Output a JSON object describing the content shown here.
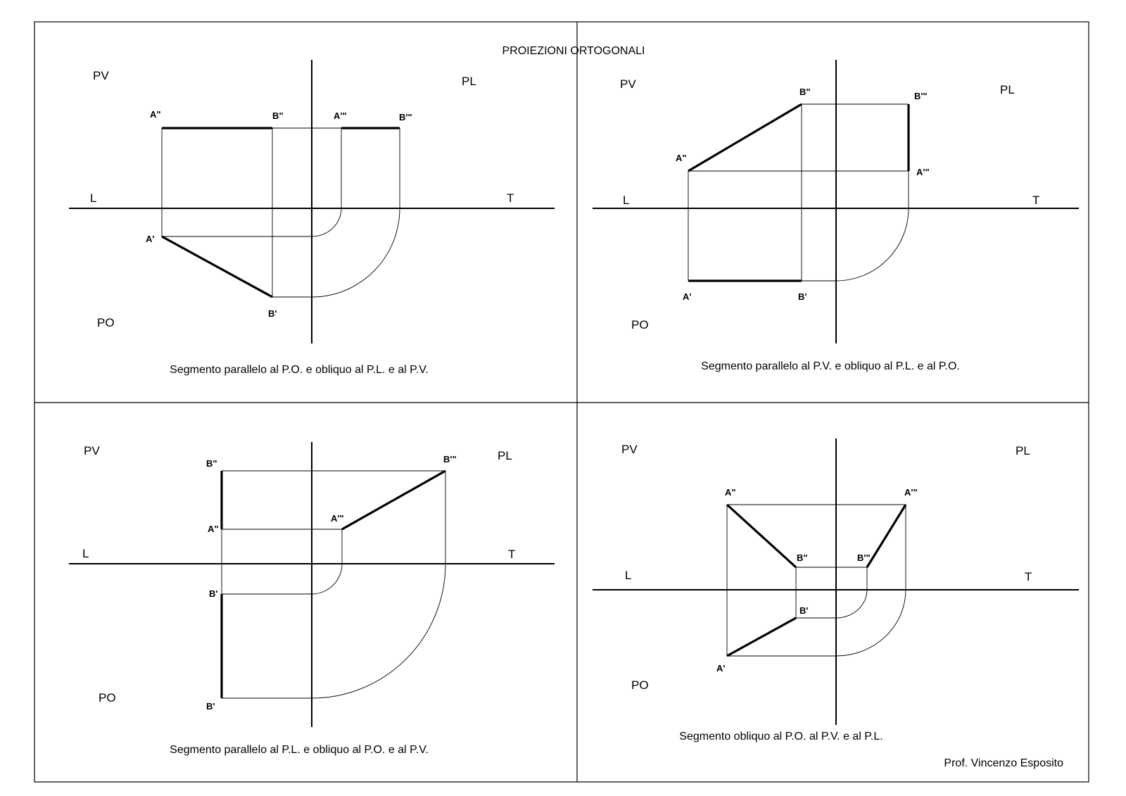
{
  "title": "PROIEZIONI ORTOGONALI",
  "author": "Prof. Vincenzo Esposito",
  "plane_labels": {
    "vertical": "PV",
    "lateral": "PL",
    "horizontal": "PO",
    "left": "L",
    "right": "T"
  },
  "panels": [
    {
      "caption": "Segmento parallelo al P.O. e obliquo al P.L. e al P.V.",
      "points": {
        "A2": "A\"",
        "B2": "B\"",
        "A3": "A'\"",
        "B3": "B'\"",
        "A1": "A'",
        "B1": "B'"
      }
    },
    {
      "caption": "Segmento parallelo al P.V. e obliquo al P.L. e al P.O.",
      "points": {
        "A2": "A\"",
        "B2": "B\"",
        "A3": "A'\"",
        "B3": "B'\"",
        "A1": "A'",
        "B1": "B'"
      }
    },
    {
      "caption": "Segmento parallelo al P.L. e obliquo al P.O. e al P.V.",
      "points": {
        "A2": "A\"",
        "B2": "B\"",
        "A3": "A'\"",
        "B3": "B'\"",
        "A1": "B'",
        "B1": "B'"
      }
    },
    {
      "caption": "Segmento obliquo al P.O. al P.V. e al P.L.",
      "points": {
        "A2": "A\"",
        "B2": "B\"",
        "A3": "A'\"",
        "B3": "B'\"",
        "A1": "A'",
        "B1": "B'"
      }
    }
  ]
}
